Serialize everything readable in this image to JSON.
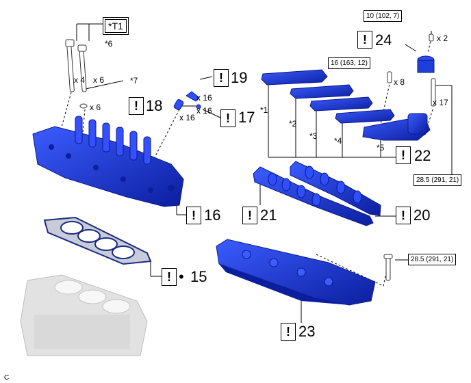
{
  "diagram": {
    "tool_tag": "*T1",
    "notes": {
      "n1": "*1",
      "n2": "*2",
      "n3": "*3",
      "n4": "*4",
      "n5": "*5",
      "n6": "*6",
      "n7": "*7"
    },
    "quantities": {
      "q_bolt_x4": "x 4",
      "q_bolt_x6": "x 6",
      "q_washer_x6": "x 6",
      "q_16a": "x 16",
      "q_16b": "x 16",
      "q_16c": "x 16",
      "q_cam_x8": "x 8",
      "q_24_x2": "x 2",
      "q_17": "x 17"
    },
    "torques": {
      "t_top": "10 (102, 7)",
      "t_cam": "16 (163, 12)",
      "t_housing": "28.5 (291, 21)",
      "t_lower": "28.5 (291, 21)"
    },
    "parts": {
      "p15": "15",
      "p15_bullet": "•",
      "p16": "16",
      "p17": "17",
      "p18": "18",
      "p19": "19",
      "p20": "20",
      "p21": "21",
      "p22": "22",
      "p23": "23",
      "p24": "24"
    },
    "warning_symbol": "!",
    "footer_code": "C"
  },
  "colors": {
    "part_blue": "#1f3fd8",
    "part_dark": "#0a1a8c",
    "gasket": "#1a2a80",
    "engine_gray": "#d9d9d9"
  }
}
